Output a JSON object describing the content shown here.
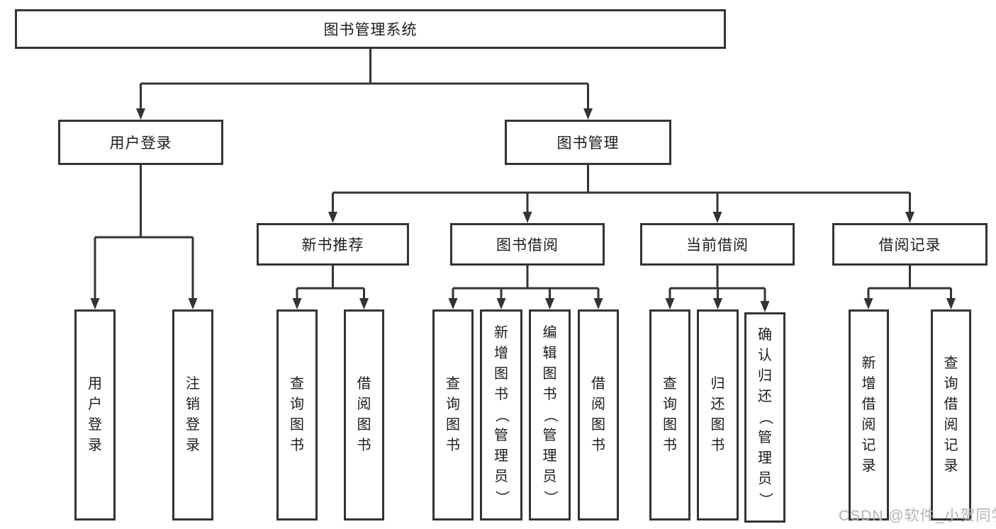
{
  "title": "图书管理系统",
  "nodes": {
    "root": "图书管理系统",
    "level2": [
      {
        "label": "用户登录",
        "children": [
          "用户登录",
          "注销登录"
        ]
      },
      {
        "label": "图书管理",
        "children": [
          {
            "label": "新书推荐",
            "children": [
              "查询图书",
              "借阅图书"
            ]
          },
          {
            "label": "图书借阅",
            "children": [
              "查询图书",
              "新增图书（管理员）",
              "编辑图书（管理员）",
              "借阅图书"
            ]
          },
          {
            "label": "当前借阅",
            "children": [
              "查询图书",
              "归还图书",
              "确认归还（管理员）"
            ]
          },
          {
            "label": "借阅记录",
            "children": [
              "新增借阅记录",
              "查询借阅记录"
            ]
          }
        ]
      }
    ]
  },
  "watermark": "CSDN @软件_小贺同学",
  "colors": {
    "line": "#333333",
    "text": "#1c1c1c",
    "watermark": "#b3b3b3",
    "background": "#ffffff"
  }
}
